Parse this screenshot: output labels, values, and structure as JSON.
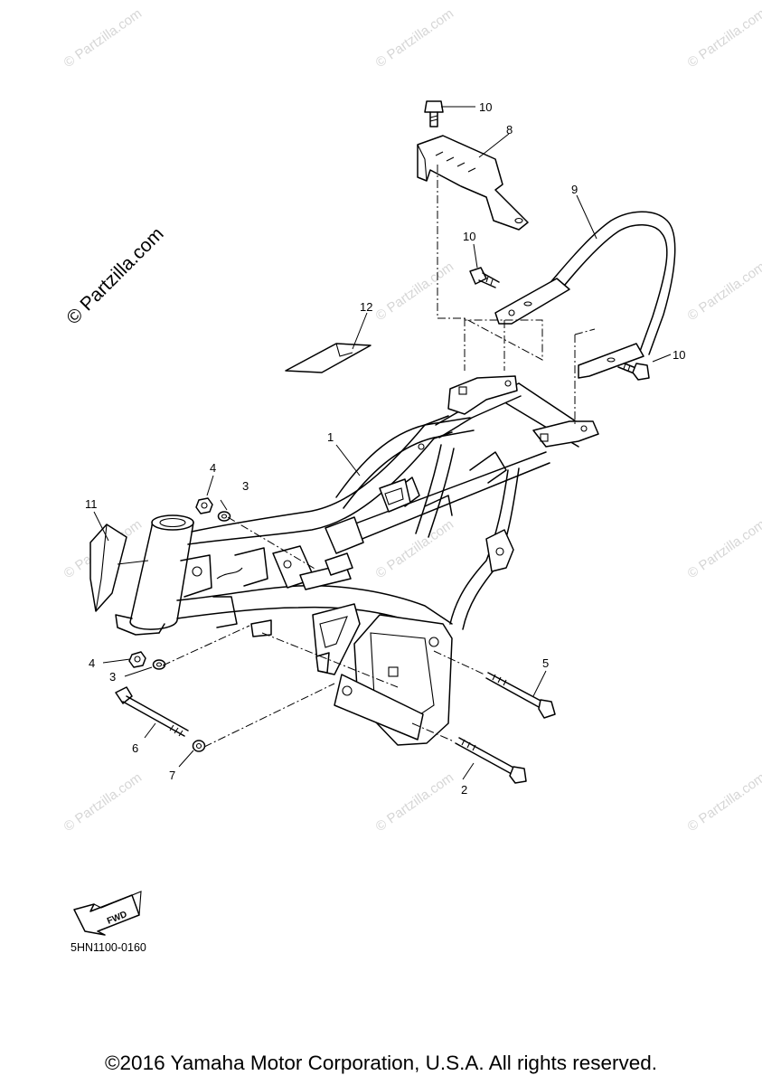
{
  "watermark": {
    "text": "© Partzilla.com",
    "main": "© Partzilla.com"
  },
  "callouts": {
    "c1": "1",
    "c2": "2",
    "c3a": "3",
    "c3b": "3",
    "c4a": "4",
    "c4b": "4",
    "c5": "5",
    "c6": "6",
    "c7": "7",
    "c8": "8",
    "c9": "9",
    "c10a": "10",
    "c10b": "10",
    "c10c": "10",
    "c11": "11",
    "c12": "12"
  },
  "fwd_label": "FWD",
  "diagram_code": "5HN1100-0160",
  "copyright": "©2016 Yamaha Motor Corporation, U.S.A. All rights reserved."
}
